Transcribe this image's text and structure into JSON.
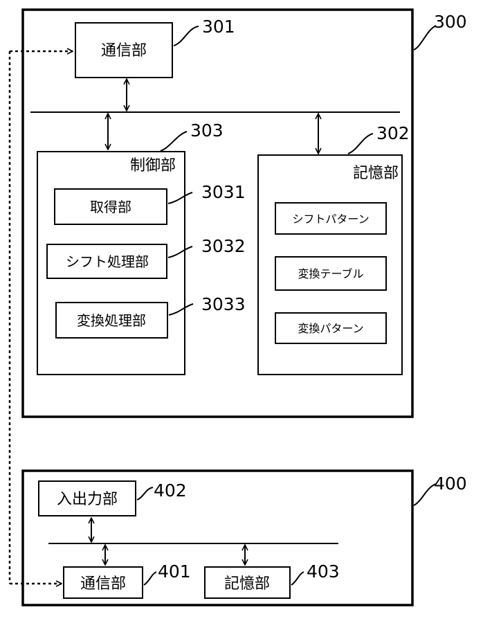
{
  "server": {
    "ref": "300",
    "comm": {
      "label": "通信部",
      "ref": "301"
    },
    "control": {
      "label": "制御部",
      "ref": "303",
      "units": [
        {
          "label": "取得部",
          "ref": "3031"
        },
        {
          "label": "シフト処理部",
          "ref": "3032"
        },
        {
          "label": "変換処理部",
          "ref": "3033"
        }
      ]
    },
    "storage": {
      "label": "記憶部",
      "ref": "302",
      "items": [
        "シフトパターン",
        "変換テーブル",
        "変換パターン"
      ]
    }
  },
  "terminal": {
    "ref": "400",
    "io": {
      "label": "入出力部",
      "ref": "402"
    },
    "comm": {
      "label": "通信部",
      "ref": "401"
    },
    "storage": {
      "label": "記憶部",
      "ref": "403"
    }
  }
}
